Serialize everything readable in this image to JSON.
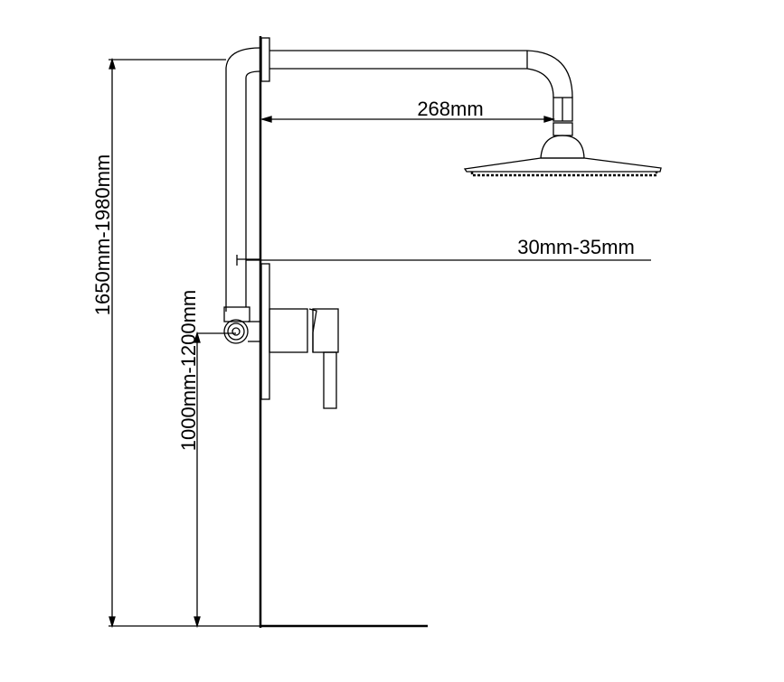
{
  "dimensions": {
    "arm_length": "268mm",
    "wall_clearance": "30mm-35mm",
    "total_height": "1650mm-1980mm",
    "mixer_height": "1000mm-1200mm"
  }
}
